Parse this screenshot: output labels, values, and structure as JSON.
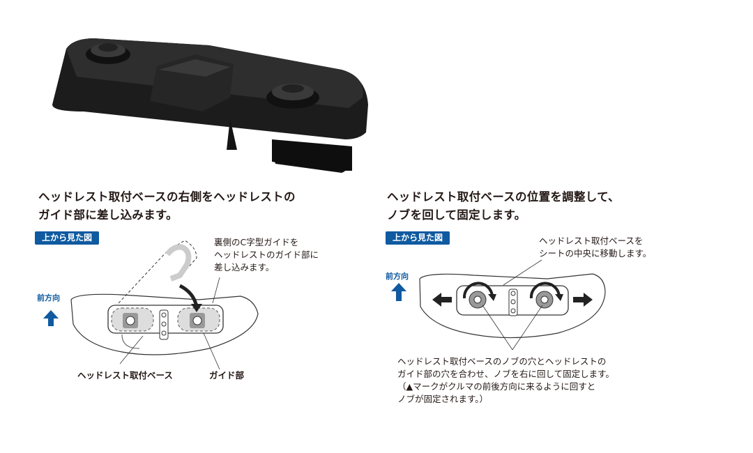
{
  "left": {
    "title_line1": "ヘッドレスト取付ベースの右側をヘッドレストの",
    "title_line2": "ガイド部に差し込みます。",
    "badge": "上から見た図",
    "forward": "前方向",
    "note_line1": "裏側のC字型ガイドを",
    "note_line2": "ヘッドレストのガイド部に",
    "note_line3": "差し込みます。",
    "label_base": "ヘッドレスト取付ベース",
    "label_guide": "ガイド部"
  },
  "right": {
    "title_line1": "ヘッドレスト取付ベースの位置を調整して、",
    "title_line2": "ノブを回して固定します。",
    "badge": "上から見た図",
    "forward": "前方向",
    "note_top_line1": "ヘッドレスト取付ベースを",
    "note_top_line2": "シートの中央に移動します。",
    "note_bottom_line1": "ヘッドレスト取付ベースのノブの穴とヘッドレストの",
    "note_bottom_line2": "ガイド部の穴を合わせ、ノブを右に回して固定します。",
    "note_bottom_line3": "（▲マークがクルマの前後方向に来るように回すと",
    "note_bottom_line4": "ノブが固定されます。）"
  },
  "colors": {
    "accent": "#0f5aa0",
    "text": "#231815"
  }
}
